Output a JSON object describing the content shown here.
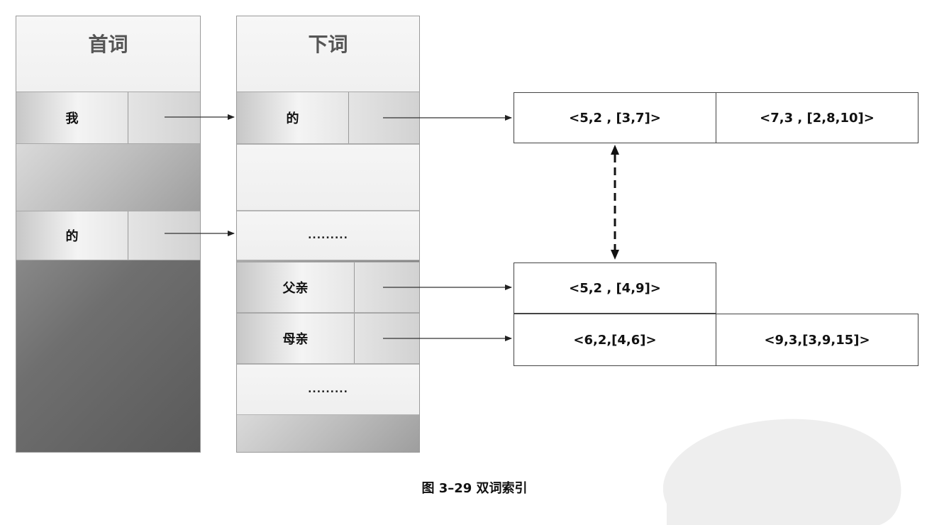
{
  "first_column": {
    "header": "首词",
    "rows": [
      {
        "label": "我"
      },
      {
        "label": "的"
      }
    ]
  },
  "second_column": {
    "header": "下词",
    "rows": [
      {
        "label": "的"
      },
      {
        "label": "父亲"
      },
      {
        "label": "母亲"
      }
    ],
    "ellipsis": [
      ".........",
      "........."
    ]
  },
  "postings": {
    "row1": [
      "<5,2 , [3,7]>",
      "<7,3 , [2,8,10]>"
    ],
    "row2": [
      "<5,2 , [4,9]>"
    ],
    "row3": [
      "<6,2,[4,6]>",
      "<9,3,[3,9,15]>"
    ]
  },
  "caption": "图 3–29   双词索引"
}
